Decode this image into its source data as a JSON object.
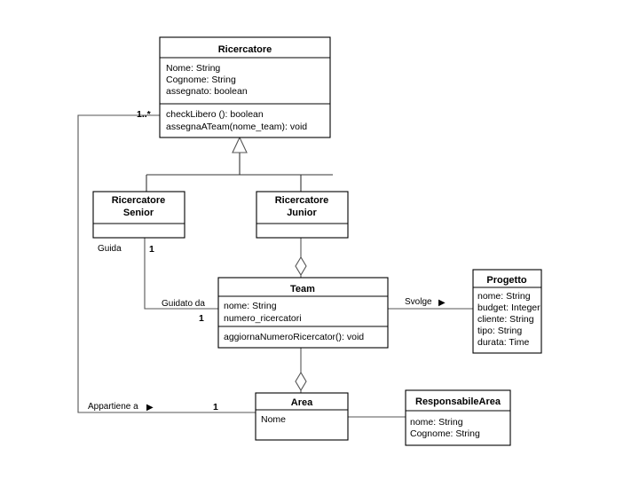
{
  "diagram": {
    "kind": "uml-class-diagram",
    "title": "",
    "background_color": "#ffffff",
    "line_color": "#555555",
    "box_fill": "#ffffff",
    "box_stroke": "#000000"
  },
  "classes": {
    "ricercatore": {
      "name": "Ricercatore",
      "attributes": [
        "Nome: String",
        "Cognome: String",
        "assegnato: boolean"
      ],
      "operations": [
        "checkLibero (): boolean",
        "assegnaATeam(nome_team): void"
      ]
    },
    "ricercatore_senior": {
      "name_line1": "Ricercatore",
      "name_line2": "Senior",
      "attributes": [],
      "operations": []
    },
    "ricercatore_junior": {
      "name_line1": "Ricercatore",
      "name_line2": "Junior",
      "attributes": [],
      "operations": []
    },
    "team": {
      "name": "Team",
      "attributes": [
        "nome: String",
        "numero_ricercatori"
      ],
      "operations": [
        "aggiornaNumeroRicercator(): void"
      ]
    },
    "progetto": {
      "name": "Progetto",
      "attributes": [
        "nome: String",
        "budget: Integer",
        "cliente: String",
        "tipo: String",
        "durata: Time"
      ],
      "operations": []
    },
    "area": {
      "name": "Area",
      "attributes": [
        "Nome"
      ],
      "operations": []
    },
    "responsabile_area": {
      "name": "ResponsabileArea",
      "attributes": [
        "nome: String",
        "Cognome: String"
      ],
      "operations": []
    }
  },
  "relations": {
    "ricercatore_multiplicity": "1..*",
    "guida_label": "Guida",
    "guida_multiplicity": "1",
    "guidato_da_label": "Guidato da",
    "guidato_da_multiplicity": "1",
    "svolge_label": "Svolge",
    "svolge_arrow": "▶",
    "appartiene_a_label": "Appartiene a",
    "appartiene_a_arrow": "▶",
    "appartiene_a_multiplicity": "1"
  }
}
